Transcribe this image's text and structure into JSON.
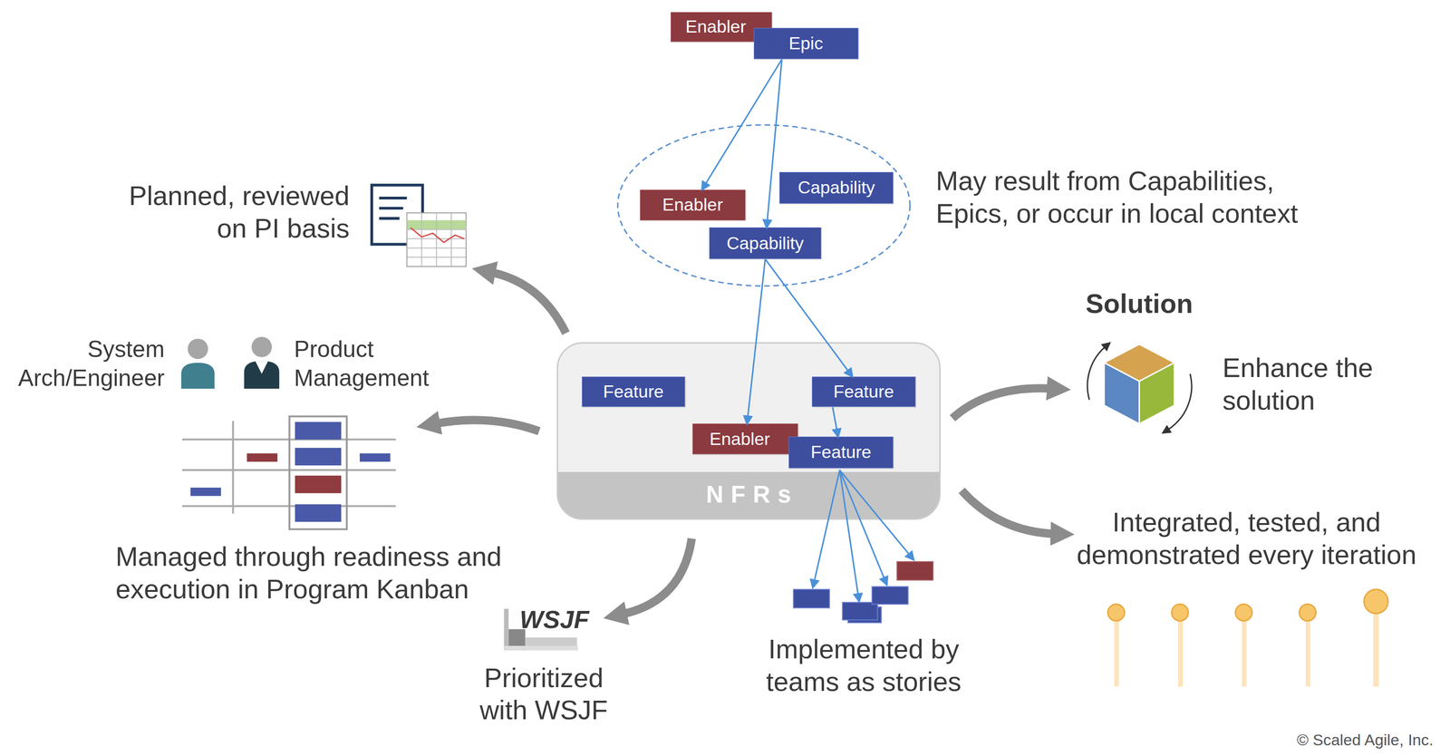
{
  "diagram": {
    "nodes": [
      {
        "text": [
          "Enabler"
        ]
      },
      {
        "text": [
          "Epic"
        ]
      },
      {
        "text": [
          "Enabler"
        ]
      },
      {
        "text": [
          "Capability"
        ]
      },
      {
        "text": [
          "Capability"
        ]
      },
      {
        "text": [
          "NFRs"
        ]
      },
      {
        "text": [
          "Feature"
        ],
        "in": 5
      },
      {
        "text": [
          "Feature"
        ],
        "in": 5
      },
      {
        "text": [
          "Enabler"
        ],
        "in": 5
      },
      {
        "text": [
          "Feature"
        ],
        "in": 5
      }
    ],
    "edges": [
      {
        "from": 1,
        "to": 2,
        "arrow": "to"
      },
      {
        "from": 1,
        "to": 4,
        "arrow": "to"
      },
      {
        "from": 4,
        "to": 8,
        "arrow": "to"
      },
      {
        "from": 4,
        "to": 7,
        "arrow": "to"
      },
      {
        "from": 7,
        "to": 9,
        "arrow": "to"
      }
    ],
    "labels": [
      "Planned, reviewed on PI basis",
      "System Arch/Engineer",
      "Product Management",
      "Managed through readiness and execution in Program Kanban",
      "WSJF",
      "Prioritized with WSJF",
      "Implemented by teams as stories",
      "May result from Capabilities, Epics, or occur in local context",
      "Solution",
      "Enhance the solution",
      "Integrated, tested, and demonstrated every iteration",
      "© Scaled Agile, Inc."
    ]
  }
}
